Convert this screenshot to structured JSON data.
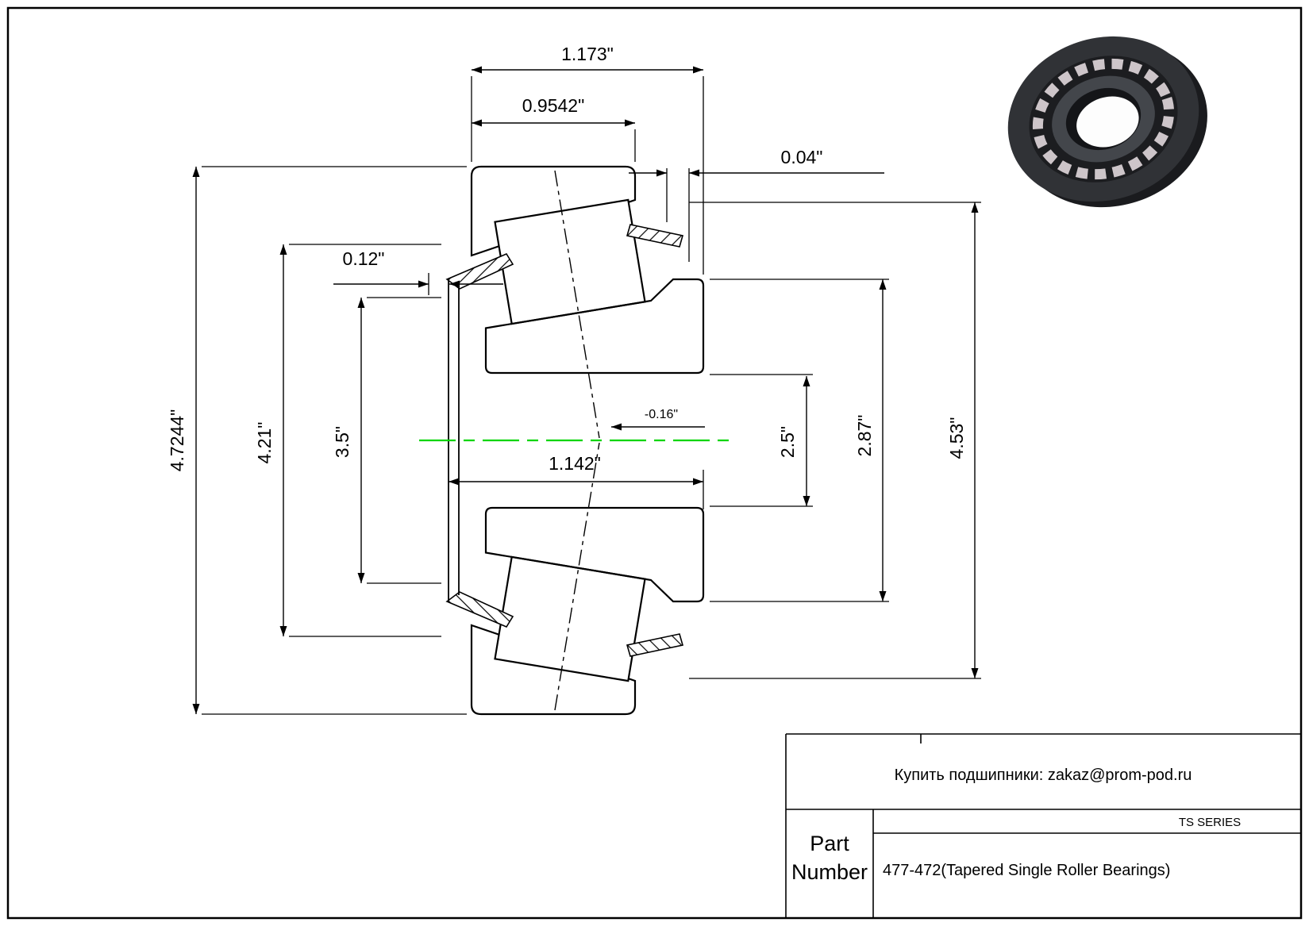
{
  "drawing": {
    "dims": {
      "overall_width": "1.173\"",
      "cup_width": "0.9542\"",
      "offset_a": "0.04\"",
      "offset_b": "0.12\"",
      "cup_od": "4.7244\"",
      "dia_a": "4.21\"",
      "dia_b": "3.5\"",
      "cone_width": "1.142\"",
      "offset_c": "-0.16\"",
      "bore": "2.5\"",
      "dia_c": "2.87\"",
      "dia_d": "4.53\""
    }
  },
  "title_block": {
    "contact": "Купить подшипники: zakaz@prom-pod.ru",
    "series": "TS SERIES",
    "part_label_line1": "Part",
    "part_label_line2": "Number",
    "part_value": "477-472(Tapered Single Roller Bearings)"
  },
  "colors": {
    "centerline": "#00d500",
    "ink": "#000000",
    "background": "#ffffff"
  }
}
